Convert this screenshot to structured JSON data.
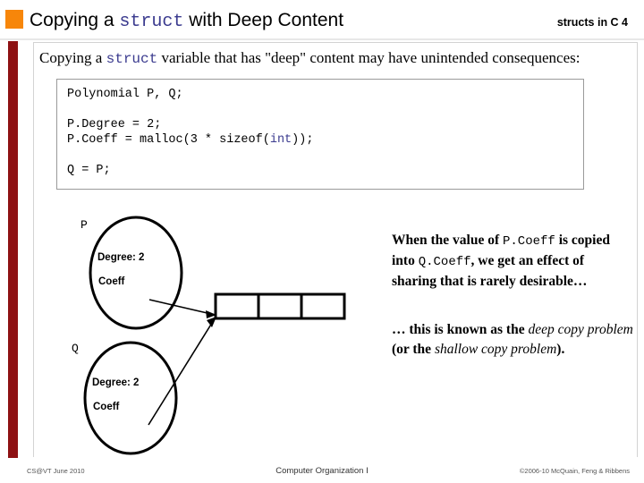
{
  "header": {
    "title_pre": "Copying a ",
    "title_mono": "struct",
    "title_post": " with Deep Content",
    "right_label": "structs in C  4",
    "bullet_color": "#F7860A",
    "accent_bar_color": "#8E1113"
  },
  "intro": {
    "pre": "Copying a ",
    "mono": "struct",
    "post": " variable that has \"deep\" content may have unintended consequences:"
  },
  "code": {
    "line1": "Polynomial P, Q;",
    "line2": "P.Degree = 2;",
    "line3_pre": "P.Coeff = malloc(3 * sizeof(",
    "line3_kw": "int",
    "line3_post": "));",
    "line4": "Q = P;"
  },
  "diagram": {
    "p_label": "P",
    "q_label": "Q",
    "p_degree": "Degree: 2",
    "p_coeff": "Coeff",
    "q_degree": "Degree: 2",
    "q_coeff": "Coeff",
    "array_cells": [
      "",
      "",
      ""
    ]
  },
  "notes": {
    "note1_a": "When the value of ",
    "note1_mono1": "P.Coeff",
    "note1_b": " is copied into ",
    "note1_mono2": "Q.Coeff",
    "note1_c": ", we get an effect of sharing that is rarely desirable…",
    "note2_a": "… this is known as the ",
    "note2_ital1": "deep copy problem",
    "note2_b": " (or the ",
    "note2_ital2": "shallow copy problem",
    "note2_c": ")."
  },
  "footer": {
    "left": "CS@VT June 2010",
    "center": "Computer Organization I",
    "right": "©2006-10  McQuain, Feng & Ribbens"
  }
}
